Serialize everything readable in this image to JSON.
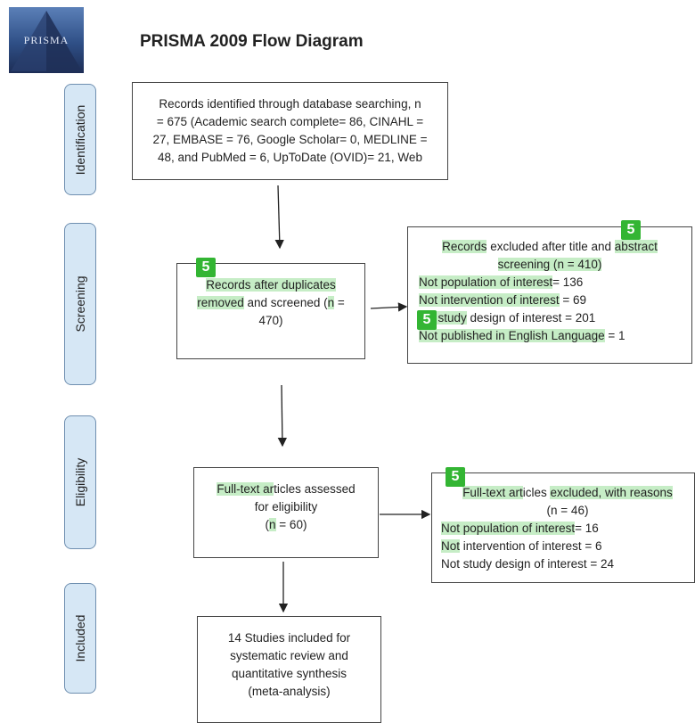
{
  "logo": {
    "text": "PRISMA"
  },
  "title": "PRISMA 2009 Flow Diagram",
  "stages": {
    "identification": "Identification",
    "screening": "Screening",
    "eligibility": "Eligibility",
    "included": "Included"
  },
  "identification_box": {
    "lines": [
      "Records identified through database searching, n",
      "= 675 (Academic search complete= 86, CINAHL =",
      "27, EMBASE = 76, Google Scholar= 0, MEDLINE =",
      "48, and PubMed = 6, UpToDate (OVID)= 21, Web"
    ]
  },
  "screened_box": {
    "badge": "5",
    "line1": "Records after duplicates",
    "line2_a": "removed",
    "line2_b": " and screened (",
    "line2_c": "n",
    "line2_d": " =",
    "line3": "470)"
  },
  "excluded_box": {
    "badge_top": "5",
    "badge_mid": "5",
    "l1_a": "Records",
    "l1_b": " excluded after title and ",
    "l1_c": "abstract",
    "l2_a": "screening (",
    "l2_b": "n",
    "l2_c": " = 410)",
    "l3_a": "Not population of interest",
    "l3_b": "= 136",
    "l4_a": "Not intervention of interest",
    "l4_b": " = 69",
    "l5_a": "t study",
    "l5_b": " design of interest = 201",
    "l6_a": "Not published in English Language",
    "l6_b": " = 1"
  },
  "fulltext_box": {
    "l1_a": "Full-text ar",
    "l1_b": "ticles assessed",
    "l2": "for eligibility",
    "l3_a": "(",
    "l3_b": "n",
    "l3_c": " =  60)"
  },
  "fulltext_excluded_box": {
    "badge": "5",
    "l1_a": "Full-text art",
    "l1_b": "icles ",
    "l1_c": "excluded, with reasons",
    "l2": "(n = 46)",
    "l3_a": "Not population of interest",
    "l3_b": "= 16",
    "l4_a": "Not",
    "l4_b": " intervention of interest = 6",
    "l5": "Not study design of interest = 24"
  },
  "included_box": {
    "lines": [
      "14 Studies included for",
      "systematic review and",
      "quantitative synthesis",
      "(meta-analysis)"
    ]
  }
}
